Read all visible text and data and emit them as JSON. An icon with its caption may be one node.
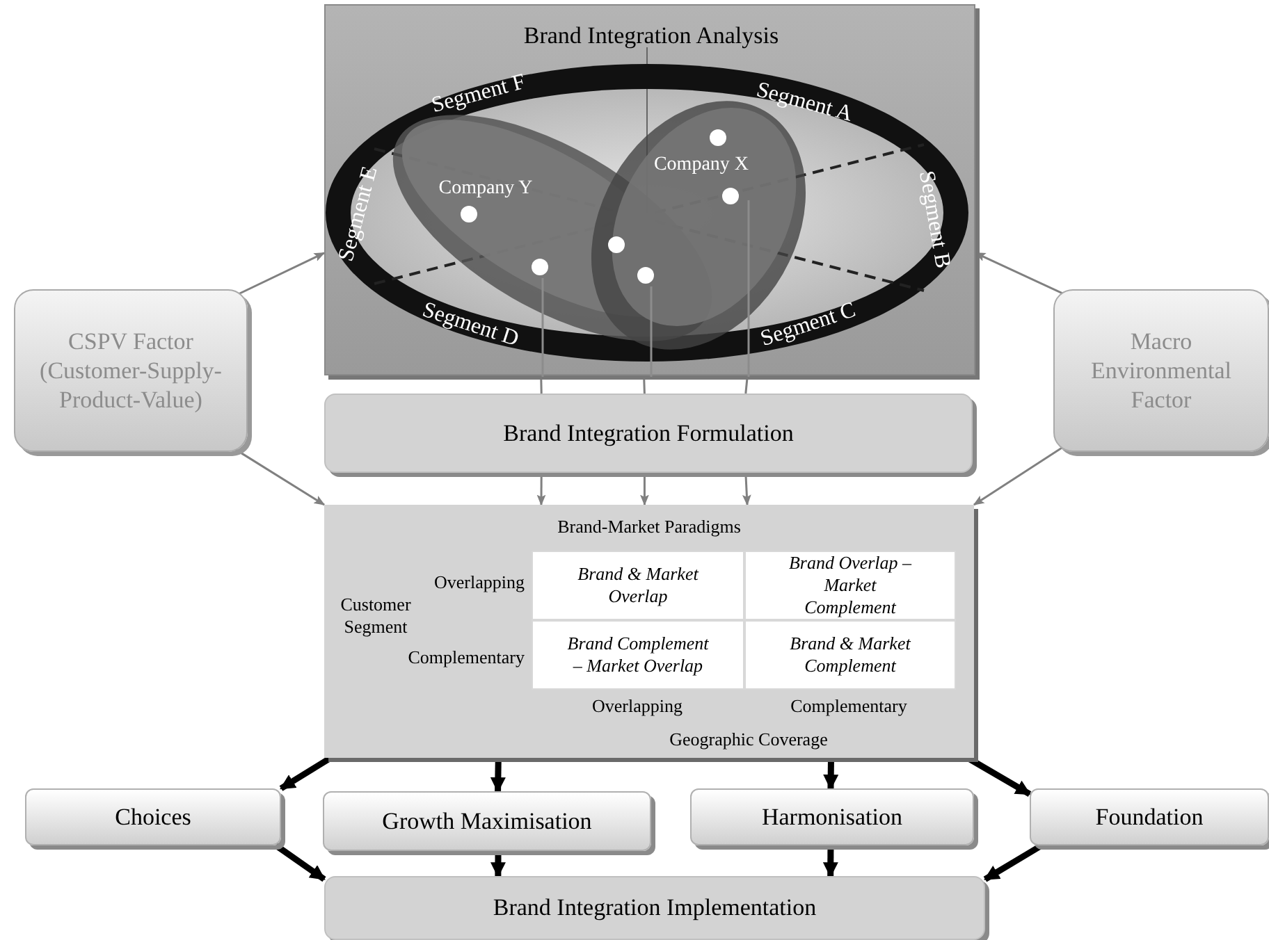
{
  "diagram": {
    "nodes": [
      {
        "text": [
          "Brand Integration Analysis"
        ]
      },
      {
        "text": [
          "CSPV Factor (Customer-Supply-Product-Value)"
        ]
      },
      {
        "text": [
          "Macro Environmental Factor"
        ]
      },
      {
        "text": [
          "Brand Integration Formulation"
        ]
      },
      {
        "text": [
          "Brand-Market Paradigms",
          "Customer Segment",
          "Overlapping",
          "Complementary",
          "Overlapping",
          "Complementary",
          "Geographic Coverage"
        ]
      },
      {
        "text": [
          "Brand & Market Overlap"
        ],
        "in": 4
      },
      {
        "text": [
          "Brand Overlap – Market Complement"
        ],
        "in": 4
      },
      {
        "text": [
          "Brand Complement – Market Overlap"
        ],
        "in": 4
      },
      {
        "text": [
          "Brand & Market Complement"
        ],
        "in": 4
      },
      {
        "text": [
          "Choices"
        ]
      },
      {
        "text": [
          "Growth Maximisation"
        ]
      },
      {
        "text": [
          "Harmonisation"
        ]
      },
      {
        "text": [
          "Foundation"
        ]
      },
      {
        "text": [
          "Brand Integration Implementation"
        ]
      }
    ],
    "edges": [
      {
        "from": 1,
        "to": 0,
        "arrow": "to"
      },
      {
        "from": 1,
        "to": 4,
        "arrow": "to"
      },
      {
        "from": 2,
        "to": 0,
        "arrow": "to"
      },
      {
        "from": 2,
        "to": 4,
        "arrow": "to"
      },
      {
        "from": 0,
        "to": 3,
        "arrow": "none"
      },
      {
        "from": 0,
        "to": 3,
        "arrow": "none"
      },
      {
        "from": 0,
        "to": 3,
        "arrow": "none"
      },
      {
        "from": 3,
        "to": 4,
        "arrow": "to"
      },
      {
        "from": 3,
        "to": 4,
        "arrow": "to"
      },
      {
        "from": 3,
        "to": 4,
        "arrow": "to"
      },
      {
        "from": 4,
        "to": 9,
        "arrow": "to",
        "style": "thick",
        "color": "#000000"
      },
      {
        "from": 4,
        "to": 10,
        "arrow": "to",
        "style": "thick",
        "color": "#000000"
      },
      {
        "from": 4,
        "to": 11,
        "arrow": "to",
        "style": "thick",
        "color": "#000000"
      },
      {
        "from": 4,
        "to": 12,
        "arrow": "to",
        "style": "thick",
        "color": "#000000"
      },
      {
        "from": 9,
        "to": 13,
        "arrow": "to",
        "style": "thick",
        "color": "#000000"
      },
      {
        "from": 10,
        "to": 13,
        "arrow": "to",
        "style": "thick",
        "color": "#000000"
      },
      {
        "from": 11,
        "to": 13,
        "arrow": "to",
        "style": "thick",
        "color": "#000000"
      },
      {
        "from": 12,
        "to": 13,
        "arrow": "to",
        "style": "thick",
        "color": "#000000"
      }
    ],
    "labels": [
      "Segment F",
      "Segment A",
      "Segment E",
      "Company X",
      "Company Y",
      "Segment B",
      "Segment D",
      "Segment C"
    ]
  }
}
